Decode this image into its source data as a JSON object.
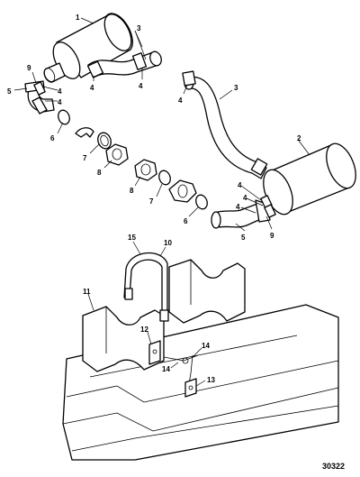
{
  "figure_number": "30322",
  "callouts": {
    "c1": "1",
    "c2": "2",
    "c3a": "3",
    "c3b": "3",
    "c4a": "4",
    "c4b": "4",
    "c4c": "4",
    "c4d": "4",
    "c4e": "4",
    "c4f": "4",
    "c4g": "4",
    "c4h": "4",
    "c5a": "5",
    "c5b": "5",
    "c6a": "6",
    "c6b": "6",
    "c7a": "7",
    "c7b": "7",
    "c8a": "8",
    "c8b": "8",
    "c9a": "9",
    "c9b": "9",
    "c10": "10",
    "c11": "11",
    "c12": "12",
    "c13": "13",
    "c14a": "14",
    "c14b": "14",
    "c15": "15"
  },
  "colors": {
    "line": "#000000",
    "background": "#ffffff"
  }
}
